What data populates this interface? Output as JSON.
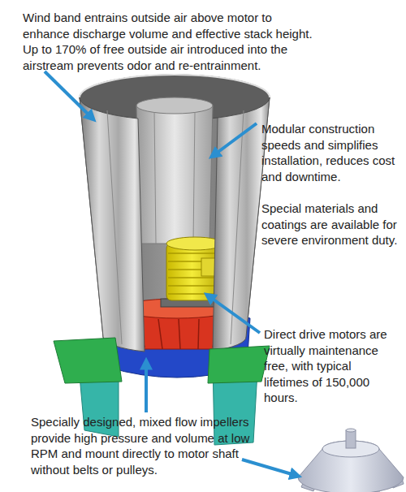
{
  "diagram": {
    "labels": [
      "Wind band entrains outside air above motor to enhance discharge volume and effective stack height. Up to 170% of free outside air introduced into the airstream prevents odor and re-entrainment.",
      "Modular construction speeds and simplifies installation, reduces cost and downtime.",
      "Special materials and coatings are available for severe environment duty.",
      "Direct drive motors are virtually maintenance free, with typical lifetimes of 150,000 hours.",
      "Specially designed, mixed flow impellers provide high pressure and volume at low RPM and mount directly to motor shaft without belts or pulleys."
    ]
  }
}
